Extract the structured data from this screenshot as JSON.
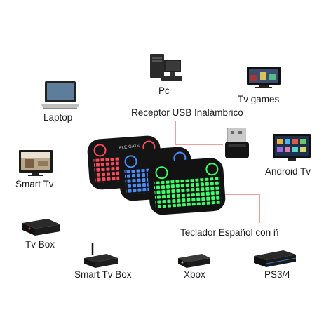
{
  "labels": {
    "pc": "Pc",
    "tv_games": "Tv games",
    "laptop": "Laptop",
    "receptor": "Receptor USB Inalámbrico",
    "smart_tv": "Smart Tv",
    "android_tv": "Android Tv",
    "tv_box": "Tv Box",
    "teclado": "Teclador Español con ñ",
    "smart_tv_box": "Smart Tv Box",
    "xbox": "Xbox",
    "ps34": "PS3/4"
  },
  "keyboard_brand": "ELE-GATE",
  "colors": {
    "connector_line": "#d9413b",
    "key_red": "#ff4a5a",
    "key_blue": "#4a8cff",
    "key_green": "#3cff6a"
  }
}
